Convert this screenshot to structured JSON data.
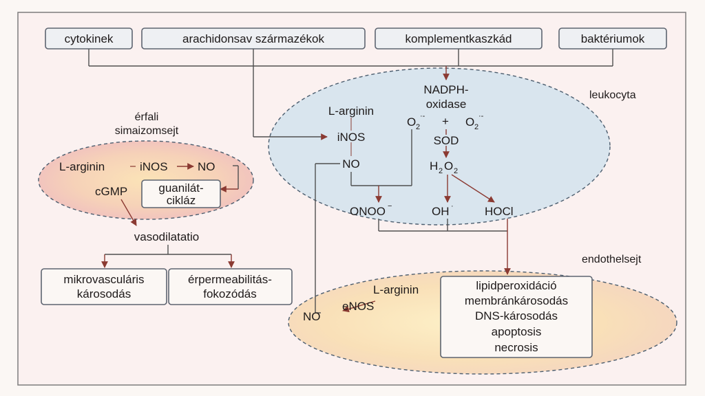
{
  "sources": {
    "cytokines": "cytokinek",
    "arachidonic": "arachidonsav származékok",
    "complement": "komplementkaszkád",
    "bacteria": "baktériumok"
  },
  "regions": {
    "leukocyte": "leukocyta",
    "smooth_muscle_line1": "érfali",
    "smooth_muscle_line2": "simaizomsejt",
    "endothelial": "endothelsejt"
  },
  "leukocyte_cell": {
    "l_arginine": "L-arginin",
    "inos": "iNOS",
    "no": "NO",
    "nadph_line1": "NADPH-",
    "nadph_line2": "oxidase",
    "o2_a": "O",
    "o2_a_sub": "2",
    "o2_a_sup": "·-",
    "plus": "+",
    "o2_b": "O",
    "o2_b_sub": "2",
    "o2_b_sup": "·-",
    "sod": "SOD",
    "h2o2_h": "H",
    "h2o2_sub1": "2",
    "h2o2_o": "O",
    "h2o2_sub2": "2",
    "onoo": "ONOO",
    "onoo_sup": "−",
    "oh": "OH",
    "oh_sup": "·",
    "hocl": "HOCl"
  },
  "smooth_muscle_cell": {
    "l_arginine": "L-arginin",
    "inos": "iNOS",
    "no": "NO",
    "cgmp": "cGMP",
    "guanylate_line1": "guanilát-",
    "guanylate_line2": "cikláz"
  },
  "vasodilation": "vasodilatatio",
  "outcomes": {
    "microvascular_line1": "mikrovasculáris",
    "microvascular_line2": "károsodás",
    "permeability_line1": "érpermeabilitás-",
    "permeability_line2": "fokozódás"
  },
  "endothelial_cell": {
    "l_arginine": "L-arginin",
    "enos": "eNOS",
    "no": "NO"
  },
  "damage": {
    "line1": "lipidperoxidáció",
    "line2": "membránkárosodás",
    "line3": "DNS-károsodás",
    "line4": "apoptosis",
    "line5": "necrosis"
  },
  "colors": {
    "arrow": "#8b3a32",
    "box_fill": "#eef0f3",
    "box_stroke": "#5d6470",
    "leukocyte_fill": "#d9e5ee",
    "region_label": "#b5473c"
  }
}
